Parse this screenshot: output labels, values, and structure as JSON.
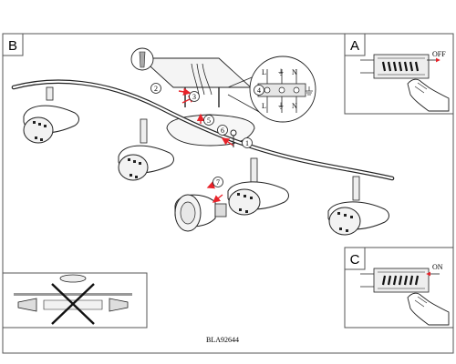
{
  "panels": {
    "main": {
      "letter": "B"
    },
    "switch_off": {
      "letter": "A",
      "state": "OFF"
    },
    "switch_on": {
      "letter": "C",
      "state": "ON"
    }
  },
  "terminal_labels": {
    "top": [
      "L",
      "⏚",
      "N"
    ],
    "bottom": [
      "L",
      "⏚",
      "N"
    ]
  },
  "steps": [
    "1",
    "2",
    "3",
    "4",
    "5",
    "6",
    "7"
  ],
  "model_code": "BLA92644",
  "colors": {
    "line": "#222222",
    "arrow": "#e8232a",
    "panel_border": "#555555",
    "shade": "#cccccc"
  },
  "icons": [
    "screw-icon",
    "bulb-icon",
    "hand-icon",
    "switch-icon",
    "cross-out-icon",
    "ground-icon"
  ]
}
